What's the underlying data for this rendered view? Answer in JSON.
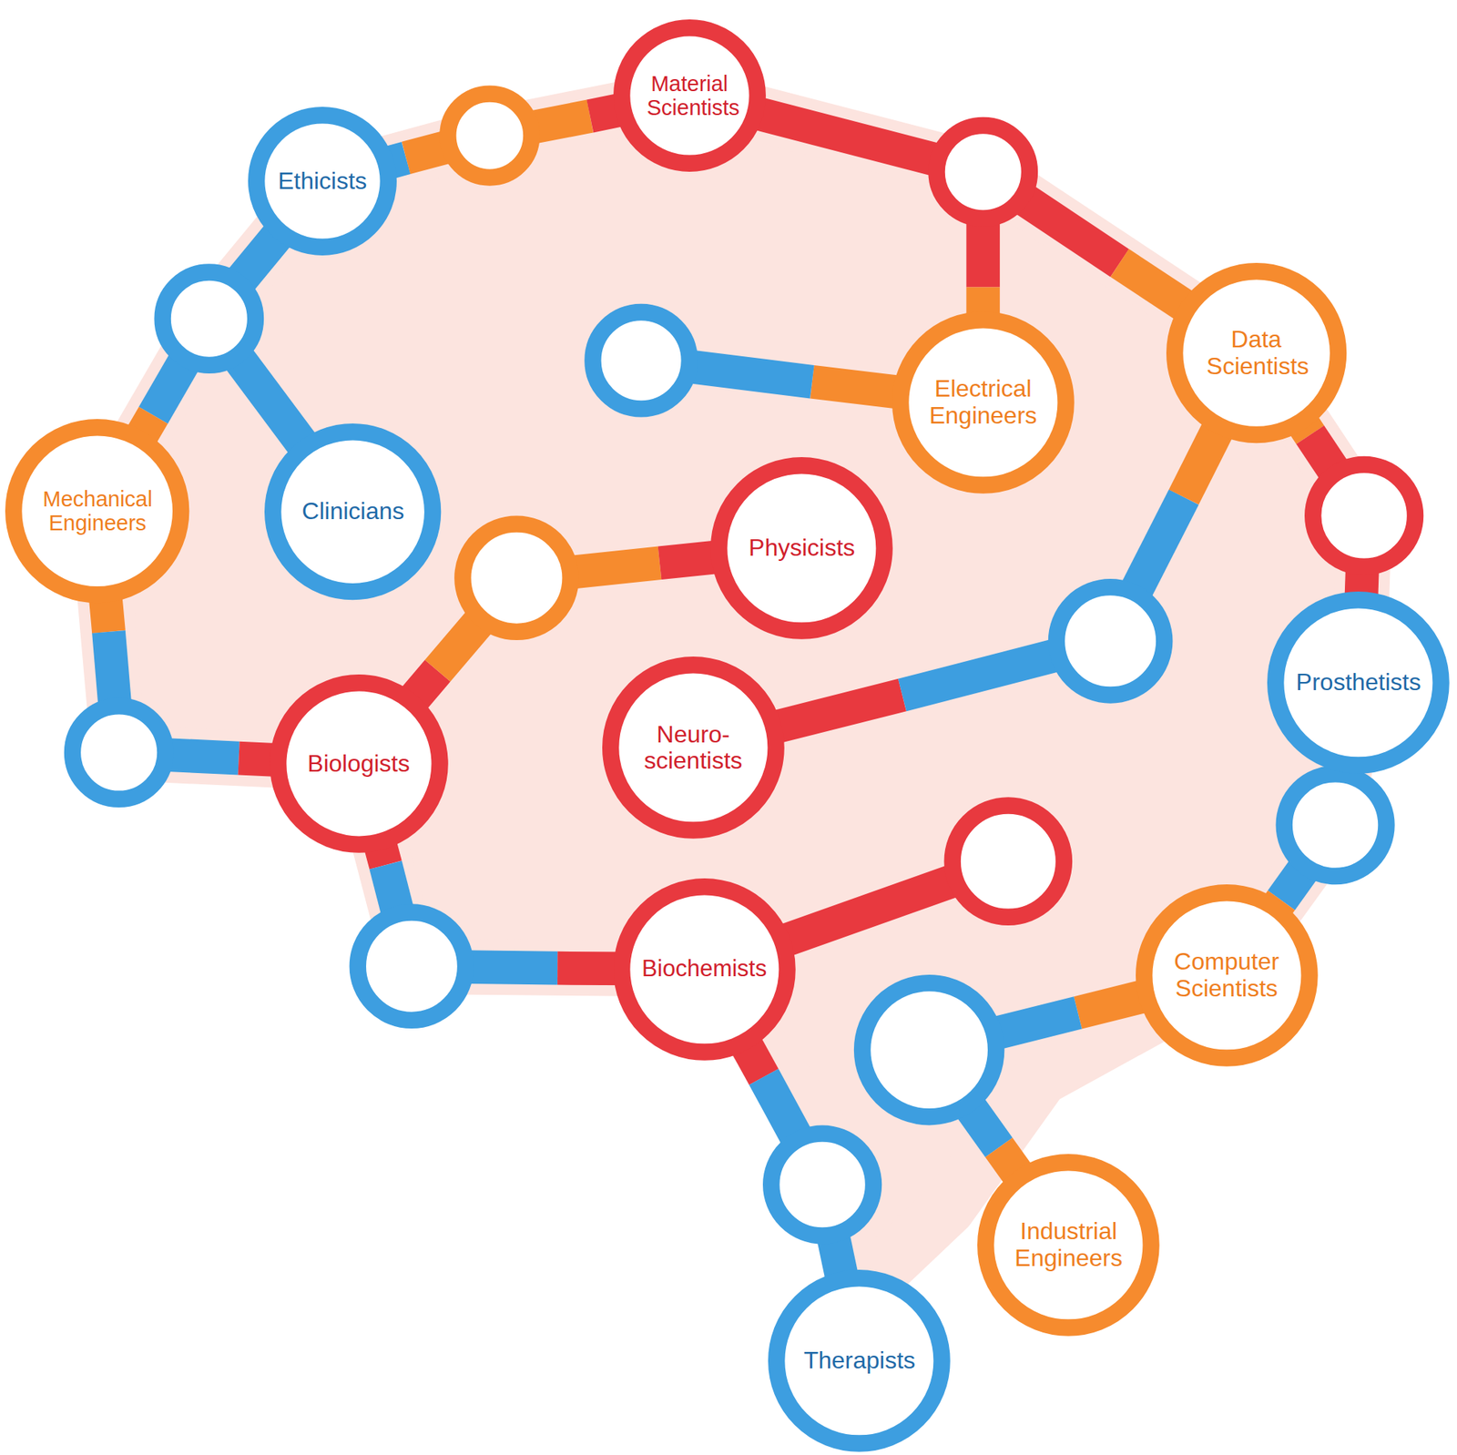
{
  "diagram": {
    "nodes": [
      {
        "text": [
          "Material Scientists"
        ]
      },
      {
        "text": [
          "Ethicists"
        ]
      },
      {
        "text": [
          "Data Scientists"
        ]
      },
      {
        "text": [
          "Electrical Engineers"
        ]
      },
      {
        "text": [
          "Mechanical Engineers"
        ]
      },
      {
        "text": [
          "Clinicians"
        ]
      },
      {
        "text": [
          "Physicists"
        ]
      },
      {
        "text": [
          "Prosthetists"
        ]
      },
      {
        "text": [
          "Biologists"
        ]
      },
      {
        "text": [
          "Neuro- scientists"
        ]
      },
      {
        "text": [
          "Biochemists"
        ]
      },
      {
        "text": [
          "Computer Scientists"
        ]
      },
      {
        "text": [
          "Industrial Engineers"
        ]
      },
      {
        "text": [
          "Therapists"
        ]
      }
    ]
  }
}
